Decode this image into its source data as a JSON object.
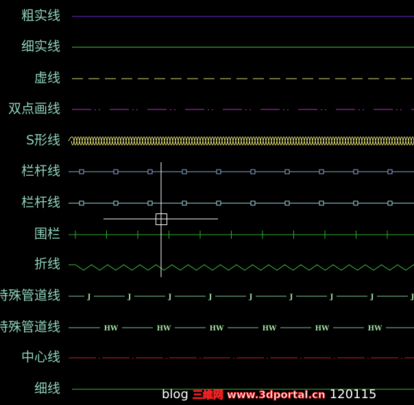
{
  "rows": [
    {
      "label": "粗实线",
      "type": "solid",
      "color": "#6a2ad0"
    },
    {
      "label": "细实线",
      "type": "solid",
      "color": "#3fd03f"
    },
    {
      "label": "虚线",
      "type": "dashed",
      "color": "#e6e67a"
    },
    {
      "label": "双点画线",
      "type": "double-dot-dash",
      "color": "#c030c0"
    },
    {
      "label": "S形线",
      "type": "s-wave",
      "color": "#e6e67a"
    },
    {
      "label": "栏杆线",
      "type": "railing",
      "color": "#8fb0d8"
    },
    {
      "label": "栏杆线",
      "type": "railing",
      "color": "#a8e0f0"
    },
    {
      "label": "围栏",
      "type": "fence",
      "color": "#30b030"
    },
    {
      "label": "折线",
      "type": "zigzag",
      "color": "#40c040"
    },
    {
      "label": "特殊管道线",
      "type": "text-line",
      "color": "#7fd0a0",
      "marker": "J"
    },
    {
      "label": "特殊管道线",
      "type": "text-line",
      "color": "#7fd0a0",
      "marker": "HW"
    },
    {
      "label": "中心线",
      "type": "center",
      "color": "#d02020"
    },
    {
      "label": "细线",
      "type": "solid",
      "color": "#40c040"
    }
  ],
  "label_color": "#8fd3bd",
  "watermark": {
    "text1": "blog",
    "text2": "120115",
    "overlay": "三维网 www.3dportal.cn"
  }
}
